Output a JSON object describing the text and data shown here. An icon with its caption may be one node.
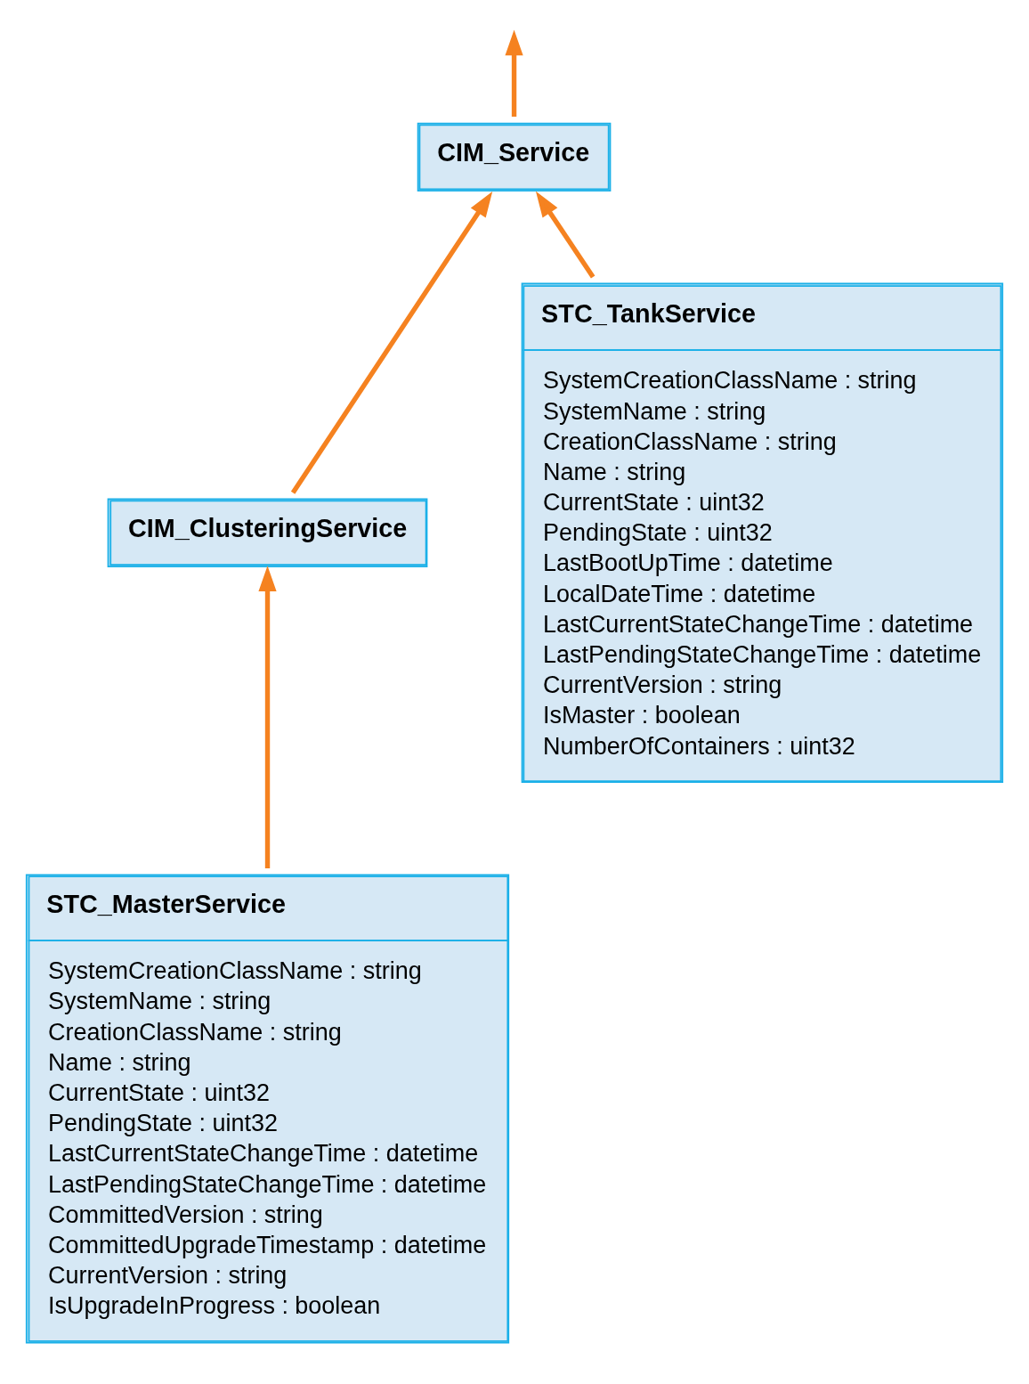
{
  "diagram": {
    "nodes": [
      {
        "text": [
          "CIM_Service"
        ]
      },
      {
        "text": [
          "CIM_ClusteringService"
        ]
      },
      {
        "text": [
          "STC_MasterService",
          "SystemCreationClassName : string",
          "SystemName : string",
          "CreationClassName : string",
          "Name : string",
          "CurrentState : uint32",
          "PendingState : uint32",
          "LastCurrentStateChangeTime : datetime",
          "LastPendingStateChangeTime : datetime",
          "CommittedVersion : string",
          "CommittedUpgradeTimestamp : datetime",
          "CurrentVersion : string",
          "IsUpgradeInProgress : boolean"
        ]
      },
      {
        "text": [
          "STC_TankService",
          "SystemCreationClassName : string",
          "SystemName : string",
          "CreationClassName : string",
          "Name : string",
          "CurrentState : uint32",
          "PendingState : uint32",
          "LastBootUpTime : datetime",
          "LocalDateTime : datetime",
          "LastCurrentStateChangeTime : datetime",
          "LastPendingStateChangeTime : datetime",
          "CurrentVersion : string",
          "IsMaster : boolean",
          "NumberOfContainers : uint32"
        ]
      }
    ],
    "edges": [
      {
        "from": 0,
        "to": null,
        "arrow": "to"
      },
      {
        "from": 1,
        "to": 0,
        "arrow": "to"
      },
      {
        "from": 2,
        "to": 1,
        "arrow": "to"
      },
      {
        "from": 3,
        "to": 0,
        "arrow": "to"
      }
    ]
  }
}
